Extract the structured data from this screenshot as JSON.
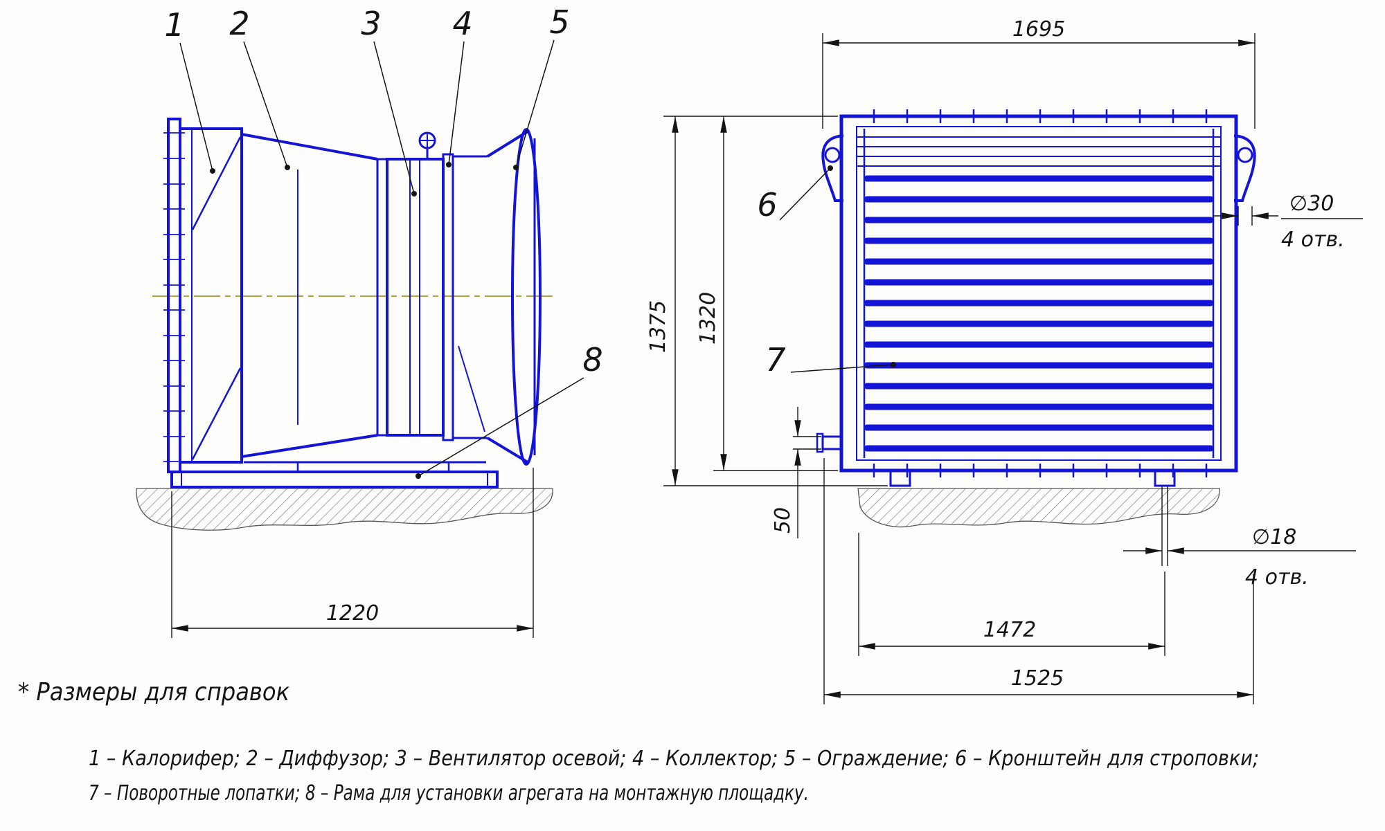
{
  "colors": {
    "drawing_blue": "#1414d6",
    "dimension_black": "#141414",
    "centerline_olive": "#b4a23c",
    "hatch_gray": "#777777",
    "background": "#fdfdfc"
  },
  "parts": {
    "n1": "1",
    "n2": "2",
    "n3": "3",
    "n4": "4",
    "n5": "5",
    "n6": "6",
    "n7": "7",
    "n8": "8"
  },
  "dims": {
    "d1220": "1220",
    "d1695": "1695",
    "d1375": "1375",
    "d1320": "1320",
    "d50": "50",
    "d1472": "1472",
    "d1525": "1525"
  },
  "holes": {
    "top_dia": "∅30",
    "top_qty": "4 отв.",
    "bottom_dia": "∅18",
    "bottom_qty": "4 отв."
  },
  "note": {
    "text": "* Размеры для справок"
  },
  "legend": {
    "line1": "1 – Калорифер; 2 – Диффузор; 3 – Вентилятор осевой; 4 – Коллектор; 5 – Ограждение; 6 – Кронштейн для строповки;",
    "line2": "7 – Поворотные лопатки; 8 – Рама для установки агрегата на монтажную площадку."
  }
}
